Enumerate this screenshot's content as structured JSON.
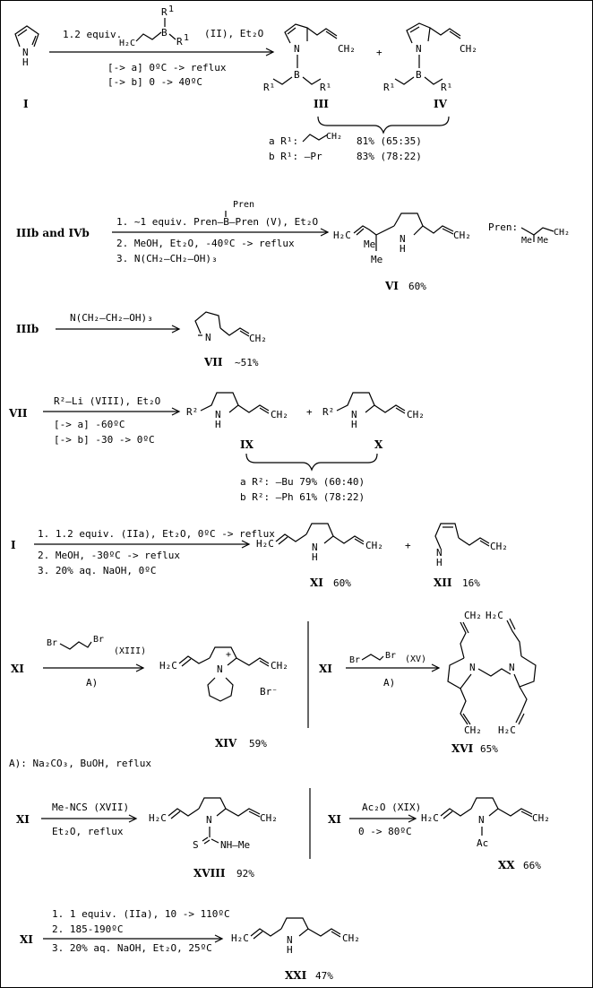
{
  "s1": {
    "cmpd_I": "I",
    "pyrrole_N": "N",
    "pyrrole_H": "H",
    "above_a": "1.2 equiv.",
    "reagent_B": "B",
    "reagent_R1a": "R",
    "reagent_R1b": "R",
    "reagent_sup1": "1",
    "reagent_sup2": "1",
    "reagent_H2C": "H₂C",
    "reagent_tag": "(II), Et₂O",
    "below_a": "[-> a] 0ºC -> reflux",
    "below_b": "[-> b] 0 -> 40ºC",
    "III_N": "N",
    "III_B": "B",
    "III_R1l": "R¹",
    "III_R1r": "R¹",
    "III_CH2": "CH₂",
    "plus": "+",
    "IV_N": "N",
    "IV_B": "B",
    "IV_R1l": "R¹",
    "IV_R1r": "R¹",
    "IV_CH2": "CH₂",
    "label_III": "III",
    "label_IV": "IV",
    "yield_a_head": "a R¹:",
    "yield_a_rest": "81% (65:35)",
    "yield_a_ch2": "CH₂",
    "yield_b_head": "b R¹: —Pr",
    "yield_b_rest": "83% (78:22)"
  },
  "s2": {
    "start": "IIIb and IVb",
    "pren_top": "Pren",
    "reagent_line": "1. ~1 equiv. Pren—B—Pren (V), Et₂O",
    "step2": "2. MeOH, Et₂O, -40ºC -> reflux",
    "step3": "3. N(CH₂—CH₂—OH)₃",
    "H2C": "H₂C",
    "N": "N",
    "H": "H",
    "me1": "Me",
    "me2": "Me",
    "CH2": "CH₂",
    "pren_label": "Pren:",
    "pren_me": "Me Me",
    "pren_ch2": "CH₂",
    "label": "VI",
    "yield": "60%"
  },
  "s3": {
    "start": "IIIb",
    "reagent": "N(CH₂—CH₂—OH)₃",
    "N": "N",
    "CH2": "CH₂",
    "label": "VII",
    "yield": "~51%"
  },
  "s4": {
    "start": "VII",
    "reagent": "R²—Li (VIII), Et₂O",
    "below_a": "[-> a] -60ºC",
    "below_b": "[-> b] -30 -> 0ºC",
    "R2a": "R²",
    "Na": "N",
    "Ha": "H",
    "CH2a": "CH₂",
    "plus": "+",
    "R2b": "R²",
    "Nb": "N",
    "Hb": "H",
    "CH2b": "CH₂",
    "label_IX": "IX",
    "label_X": "X",
    "yield_a": "a R²: —Bu  79% (60:40)",
    "yield_b": "b R²: —Ph  61% (78:22)"
  },
  "s5": {
    "start": "I",
    "step1": "1. 1.2 equiv. (IIa), Et₂O, 0ºC -> reflux",
    "step2": "2. MeOH, -30ºC -> reflux",
    "step3": "3. 20% aq. NaOH, 0ºC",
    "H2C": "H₂C",
    "N": "N",
    "H": "H",
    "CH2": "CH₂",
    "plus": "+",
    "N2": "N",
    "H2": "H",
    "CH2b": "CH₂",
    "label_XI": "XI",
    "yield_XI": "60%",
    "label_XII": "XII",
    "yield_XII": "16%"
  },
  "s6": {
    "start": "XI",
    "br1": "Br",
    "br2": "Br",
    "tag": "(XIII)",
    "below": "A)",
    "H2C": "H₂C",
    "N": "N",
    "plus": "+",
    "br_minus": "Br⁻",
    "CH2": "CH₂",
    "label": "XIV",
    "yield": "59%",
    "start2": "XI",
    "br3": "Br",
    "br4": "Br",
    "tag2": "(XV)",
    "below2": "A)",
    "top_ch2a": "CH₂",
    "top_ch2b": "H₂C",
    "N1": "N",
    "N2": "N",
    "bot_ch2a": "CH₂",
    "bot_ch2b": "H₂C",
    "label2": "XVI",
    "yield2": "65%",
    "footnote": "A): Na₂CO₃, BuOH, reflux"
  },
  "s7": {
    "start": "XI",
    "reagent": "Me-NCS (XVII)",
    "below": "Et₂O, reflux",
    "H2C": "H₂C",
    "N": "N",
    "S": "S",
    "NHMe": "NH—Me",
    "CH2": "CH₂",
    "label": "XVIII",
    "yield": "92%",
    "start2": "XI",
    "reagent2": "Ac₂O (XIX)",
    "below2": "0 -> 80ºC",
    "H2C2": "H₂C",
    "N2": "N",
    "Ac": "Ac",
    "CH2_2": "CH₂",
    "label2": "XX",
    "yield2": "66%"
  },
  "s8": {
    "start": "XI",
    "step1": "1. 1 equiv. (IIa), 10 -> 110ºC",
    "step2": "2. 185-190ºC",
    "step3": "3. 20% aq. NaOH, Et₂O, 25ºC",
    "H2C": "H₂C",
    "N": "N",
    "H": "H",
    "CH2": "CH₂",
    "label": "XXI",
    "yield": "47%"
  }
}
